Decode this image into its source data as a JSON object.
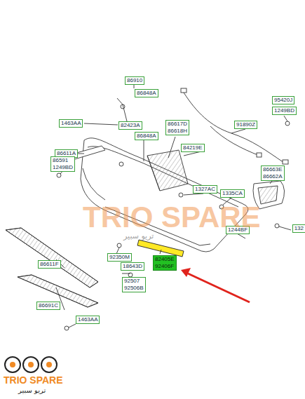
{
  "diagram": {
    "labels": [
      "86910",
      "86848A",
      "1463AA",
      "82423A",
      "86617D",
      "86618H",
      "95420J",
      "1249BD",
      "91890Z",
      "86848A",
      "84219E",
      "86611A",
      "86591",
      "1249BD",
      "86663E",
      "86662A",
      "1327AC",
      "1335CA",
      "1244BF",
      "132",
      "86611F",
      "92350M",
      "18643D",
      "82405E",
      "92406F",
      "92507",
      "92506B",
      "86691C",
      "1463AA",
      "TRIO SPARE",
      "تريو سبير",
      "TRIO SPARE",
      "تريو سبير"
    ]
  }
}
